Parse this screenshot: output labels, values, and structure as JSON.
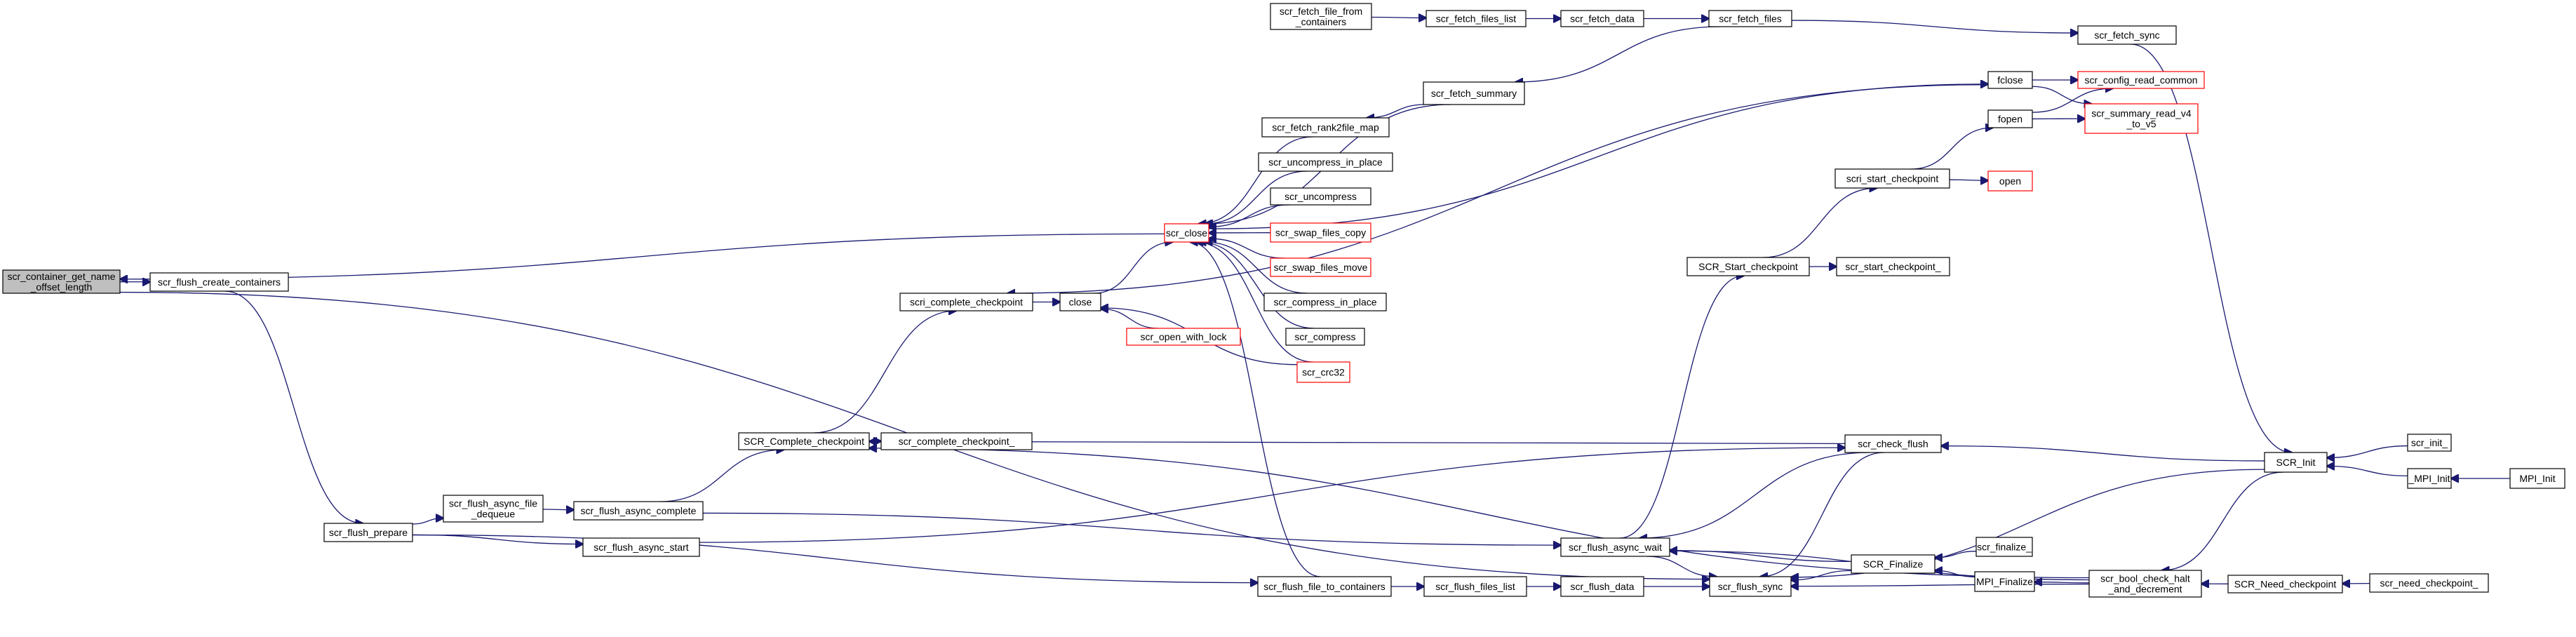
{
  "nodes": [
    {
      "id": "focus",
      "lines": [
        "scr_container_get_name",
        "_offset_length"
      ],
      "style": "focus"
    },
    {
      "id": "flush_create",
      "lines": [
        "scr_flush_create_containers"
      ]
    },
    {
      "id": "flush_prepare",
      "lines": [
        "scr_flush_prepare"
      ]
    },
    {
      "id": "fetch_file",
      "lines": [
        "scr_fetch_file_from",
        "_containers"
      ]
    },
    {
      "id": "fetch_files_list",
      "lines": [
        "scr_fetch_files_list"
      ]
    },
    {
      "id": "fetch_data",
      "lines": [
        "scr_fetch_data"
      ]
    },
    {
      "id": "fetch_files",
      "lines": [
        "scr_fetch_files"
      ]
    },
    {
      "id": "fetch_sync",
      "lines": [
        "scr_fetch_sync"
      ]
    },
    {
      "id": "fclose",
      "lines": [
        "fclose"
      ]
    },
    {
      "id": "config_read",
      "lines": [
        "scr_config_read_common"
      ],
      "style": "red"
    },
    {
      "id": "fopen",
      "lines": [
        "fopen"
      ]
    },
    {
      "id": "summary_read",
      "lines": [
        "scr_summary_read_v4",
        "_to_v5"
      ],
      "style": "red"
    },
    {
      "id": "fetch_summary",
      "lines": [
        "scr_fetch_summary"
      ]
    },
    {
      "id": "rank2file",
      "lines": [
        "scr_fetch_rank2file_map"
      ]
    },
    {
      "id": "uncompress_ip",
      "lines": [
        "scr_uncompress_in_place"
      ]
    },
    {
      "id": "uncompress",
      "lines": [
        "scr_uncompress"
      ]
    },
    {
      "id": "close_scr",
      "lines": [
        "scr_close"
      ],
      "style": "red"
    },
    {
      "id": "swap_copy",
      "lines": [
        "scr_swap_files_copy"
      ],
      "style": "red"
    },
    {
      "id": "swap_move",
      "lines": [
        "scr_swap_files_move"
      ],
      "style": "red"
    },
    {
      "id": "compress_ip",
      "lines": [
        "scr_compress_in_place"
      ]
    },
    {
      "id": "compress",
      "lines": [
        "scr_compress"
      ]
    },
    {
      "id": "crc32",
      "lines": [
        "scr_crc32"
      ],
      "style": "red"
    },
    {
      "id": "complete_ckpt",
      "lines": [
        "scri_complete_checkpoint"
      ]
    },
    {
      "id": "close",
      "lines": [
        "close"
      ]
    },
    {
      "id": "open_lock",
      "lines": [
        "scr_open_with_lock"
      ],
      "style": "red"
    },
    {
      "id": "start_ckpt",
      "lines": [
        "scri_start_checkpoint"
      ]
    },
    {
      "id": "open",
      "lines": [
        "open"
      ],
      "style": "red"
    },
    {
      "id": "SCR_Start",
      "lines": [
        "SCR_Start_checkpoint"
      ]
    },
    {
      "id": "start_ckpt_",
      "lines": [
        "scr_start_checkpoint_"
      ]
    },
    {
      "id": "SCR_Complete",
      "lines": [
        "SCR_Complete_checkpoint"
      ]
    },
    {
      "id": "complete_ckpt_",
      "lines": [
        "scr_complete_checkpoint_"
      ]
    },
    {
      "id": "check_flush",
      "lines": [
        "scr_check_flush"
      ]
    },
    {
      "id": "SCR_Init",
      "lines": [
        "SCR_Init"
      ]
    },
    {
      "id": "init_",
      "lines": [
        "scr_init_"
      ]
    },
    {
      "id": "MPI_Init_",
      "lines": [
        "_MPI_Init"
      ]
    },
    {
      "id": "MPI_Init",
      "lines": [
        "MPI_Init"
      ]
    },
    {
      "id": "async_dequeue",
      "lines": [
        "scr_flush_async_file",
        "_dequeue"
      ]
    },
    {
      "id": "async_complete",
      "lines": [
        "scr_flush_async_complete"
      ]
    },
    {
      "id": "async_start",
      "lines": [
        "scr_flush_async_start"
      ]
    },
    {
      "id": "async_wait",
      "lines": [
        "scr_flush_async_wait"
      ]
    },
    {
      "id": "SCR_Finalize",
      "lines": [
        "SCR_Finalize"
      ]
    },
    {
      "id": "finalize_",
      "lines": [
        "scr_finalize_"
      ]
    },
    {
      "id": "MPI_Finalize",
      "lines": [
        "MPI_Finalize"
      ]
    },
    {
      "id": "bool_check",
      "lines": [
        "scr_bool_check_halt",
        "_and_decrement"
      ]
    },
    {
      "id": "SCR_Need",
      "lines": [
        "SCR_Need_checkpoint"
      ]
    },
    {
      "id": "need_ckpt_",
      "lines": [
        "scr_need_checkpoint_"
      ]
    },
    {
      "id": "flush_file",
      "lines": [
        "scr_flush_file_to_containers"
      ]
    },
    {
      "id": "flush_files_list",
      "lines": [
        "scr_flush_files_list"
      ]
    },
    {
      "id": "flush_data",
      "lines": [
        "scr_flush_data"
      ]
    },
    {
      "id": "flush_sync",
      "lines": [
        "scr_flush_sync"
      ]
    }
  ],
  "edges": [
    [
      "flush_create",
      "focus"
    ],
    [
      "flush_prepare",
      "flush_create"
    ],
    [
      "fetch_file",
      "focus"
    ],
    [
      "flush_sync",
      "focus"
    ],
    [
      "fetch_files_list",
      "fetch_file"
    ],
    [
      "fetch_data",
      "fetch_files_list"
    ],
    [
      "fetch_files",
      "fetch_data"
    ],
    [
      "fetch_sync",
      "fetch_files"
    ],
    [
      "SCR_Init",
      "fetch_sync"
    ],
    [
      "fetch_summary",
      "fetch_files"
    ],
    [
      "fclose",
      "close_scr"
    ],
    [
      "config_read",
      "fclose"
    ],
    [
      "summary_read",
      "fclose"
    ],
    [
      "config_read",
      "fopen"
    ],
    [
      "summary_read",
      "fopen"
    ],
    [
      "fopen",
      "start_ckpt"
    ],
    [
      "open",
      "start_ckpt"
    ],
    [
      "start_ckpt",
      "SCR_Start"
    ],
    [
      "start_ckpt_",
      "SCR_Start"
    ],
    [
      "SCR_Start",
      "async_wait"
    ],
    [
      "close_scr",
      "fetch_file"
    ],
    [
      "close_scr",
      "fetch_summary"
    ],
    [
      "close_scr",
      "rank2file"
    ],
    [
      "rank2file",
      "fetch_summary"
    ],
    [
      "close_scr",
      "uncompress_ip"
    ],
    [
      "close_scr",
      "uncompress"
    ],
    [
      "close_scr",
      "swap_copy"
    ],
    [
      "close_scr",
      "swap_move"
    ],
    [
      "close_scr",
      "compress_ip"
    ],
    [
      "close_scr",
      "compress"
    ],
    [
      "close_scr",
      "crc32"
    ],
    [
      "close_scr",
      "close"
    ],
    [
      "close_scr",
      "flush_file"
    ],
    [
      "focus",
      "close_scr"
    ],
    [
      "close",
      "complete_ckpt"
    ],
    [
      "close",
      "open_lock"
    ],
    [
      "close",
      "crc32"
    ],
    [
      "complete_ckpt",
      "SCR_Complete"
    ],
    [
      "complete_ckpt",
      "fclose"
    ],
    [
      "complete_ckpt_",
      "SCR_Complete"
    ],
    [
      "SCR_Complete",
      "check_flush"
    ],
    [
      "SCR_Complete",
      "bool_check"
    ],
    [
      "SCR_Complete",
      "async_complete"
    ],
    [
      "check_flush",
      "SCR_Init"
    ],
    [
      "check_flush",
      "async_start"
    ],
    [
      "SCR_Init",
      "init_"
    ],
    [
      "SCR_Init",
      "MPI_Init_"
    ],
    [
      "MPI_Init_",
      "MPI_Init"
    ],
    [
      "async_dequeue",
      "flush_prepare"
    ],
    [
      "async_complete",
      "async_dequeue"
    ],
    [
      "async_start",
      "flush_prepare"
    ],
    [
      "async_wait",
      "async_complete"
    ],
    [
      "async_wait",
      "check_flush"
    ],
    [
      "async_wait",
      "SCR_Finalize"
    ],
    [
      "async_wait",
      "bool_check"
    ],
    [
      "flush_sync",
      "async_wait"
    ],
    [
      "flush_sync",
      "check_flush"
    ],
    [
      "flush_sync",
      "SCR_Init"
    ],
    [
      "flush_sync",
      "SCR_Finalize"
    ],
    [
      "flush_sync",
      "bool_check"
    ],
    [
      "SCR_Finalize",
      "finalize_"
    ],
    [
      "SCR_Finalize",
      "MPI_Finalize"
    ],
    [
      "MPI_Finalize",
      "bool_check"
    ],
    [
      "bool_check",
      "SCR_Init"
    ],
    [
      "bool_check",
      "SCR_Need"
    ],
    [
      "SCR_Need",
      "need_ckpt_"
    ],
    [
      "flush_file",
      "flush_prepare"
    ],
    [
      "flush_files_list",
      "flush_file"
    ],
    [
      "flush_data",
      "flush_files_list"
    ],
    [
      "flush_sync",
      "flush_data"
    ]
  ],
  "colors": {
    "edge": "#191970",
    "red_border": "#ff0000",
    "focus_fill": "#bfbfbf"
  }
}
